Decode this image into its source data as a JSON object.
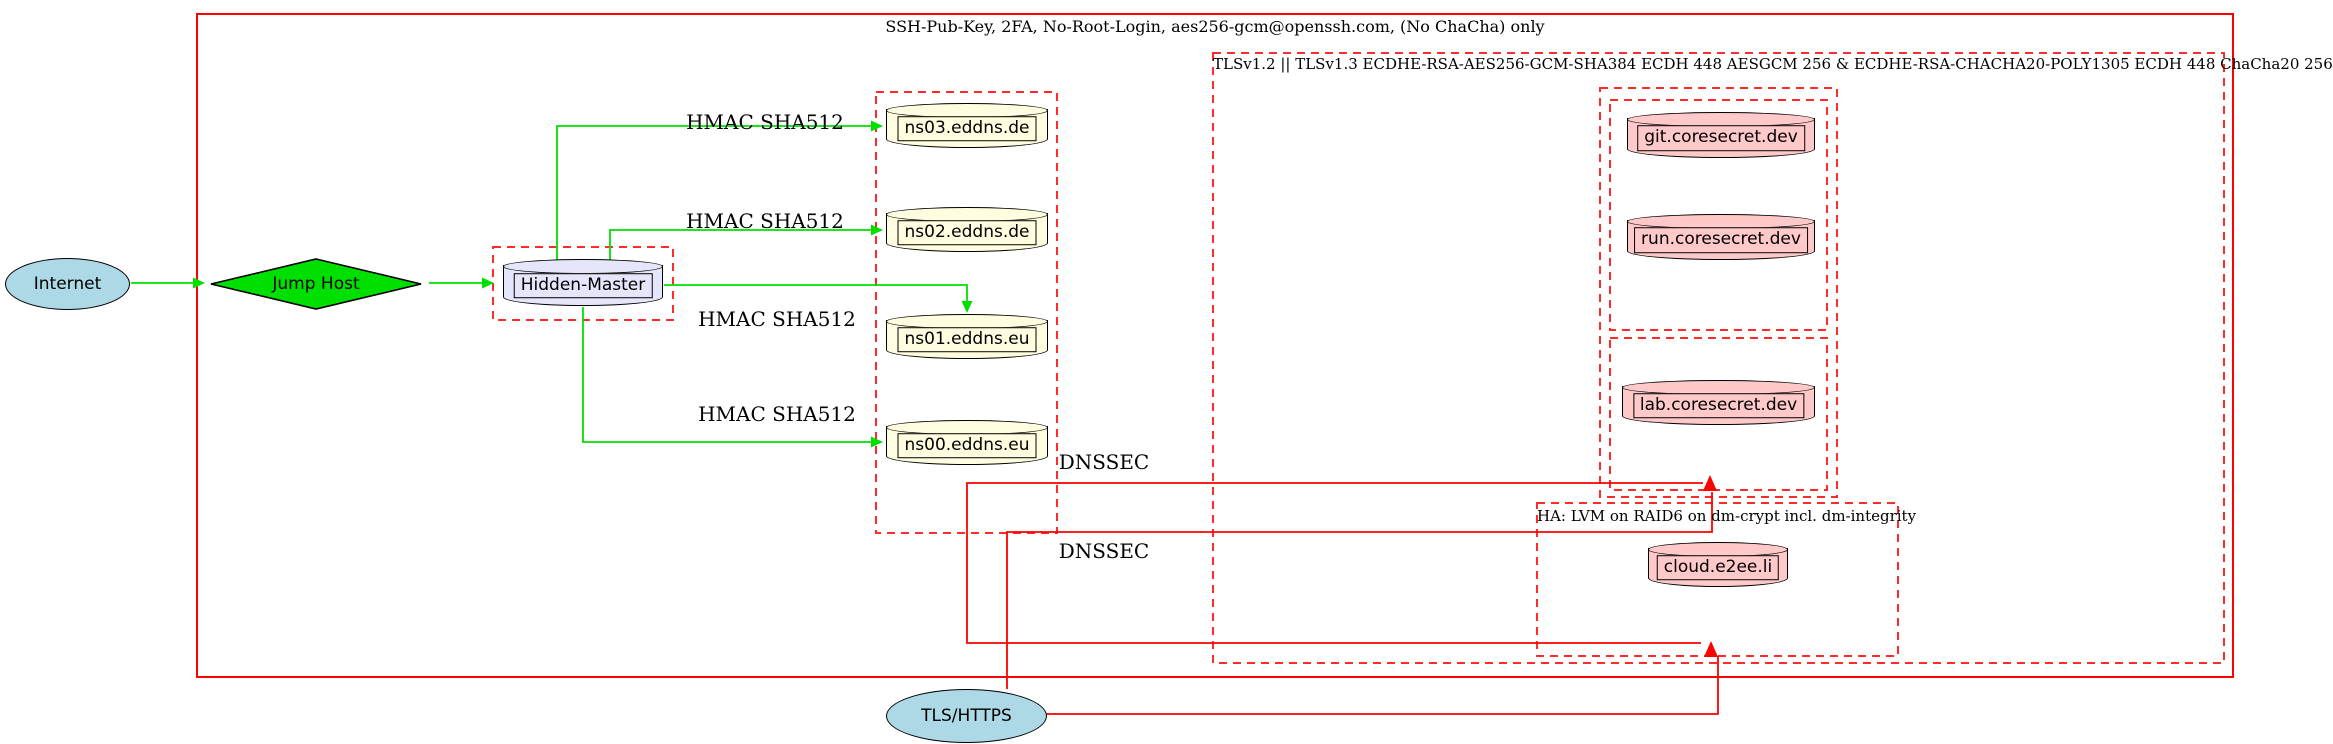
{
  "clusters": {
    "ssh": {
      "label": "SSH-Pub-Key, 2FA, No-Root-Login, aes256-gcm@openssh.com, (No ChaCha) only"
    },
    "tls": {
      "label": "TLSv1.2 || TLSv1.3 ECDHE-RSA-AES256-GCM-SHA384 ECDH 448 AESGCM 256 & ECDHE-RSA-CHACHA20-POLY1305 ECDH 448 ChaCha20 256"
    },
    "ha": {
      "label": "HA: LVM on RAID6 on dm-crypt incl. dm-integrity"
    }
  },
  "nodes": {
    "internet": {
      "label": "Internet",
      "shape": "ellipse",
      "fill": "#add8e6"
    },
    "jump_host": {
      "label": "Jump Host",
      "shape": "diamond",
      "fill": "#00e000"
    },
    "hidden_master": {
      "label": "Hidden-Master",
      "shape": "cylinder",
      "fill": "#e6e6fa"
    },
    "ns03": {
      "label": "ns03.eddns.de",
      "shape": "cylinder",
      "fill": "#fffde0"
    },
    "ns02": {
      "label": "ns02.eddns.de",
      "shape": "cylinder",
      "fill": "#fffde0"
    },
    "ns01": {
      "label": "ns01.eddns.eu",
      "shape": "cylinder",
      "fill": "#fffde0"
    },
    "ns00": {
      "label": "ns00.eddns.eu",
      "shape": "cylinder",
      "fill": "#fffde0"
    },
    "git": {
      "label": "git.coresecret.dev",
      "shape": "cylinder",
      "fill": "#ffc9c9"
    },
    "run": {
      "label": "run.coresecret.dev",
      "shape": "cylinder",
      "fill": "#ffc9c9"
    },
    "lab": {
      "label": "lab.coresecret.dev",
      "shape": "cylinder",
      "fill": "#ffc9c9"
    },
    "cloud": {
      "label": "cloud.e2ee.li",
      "shape": "cylinder",
      "fill": "#ffc9c9"
    },
    "tls_https": {
      "label": "TLS/HTTPS",
      "shape": "ellipse",
      "fill": "#add8e6"
    }
  },
  "edge_labels": {
    "hmac_ns03": "HMAC SHA512",
    "hmac_ns02": "HMAC SHA512",
    "hmac_ns01": "HMAC SHA512",
    "hmac_ns00": "HMAC SHA512",
    "dnssec_a": "DNSSEC",
    "dnssec_b": "DNSSEC"
  },
  "colors": {
    "edge_green": "#00e000",
    "edge_red": "#ff0000",
    "cluster_border_red": "#ff2a2a",
    "node_blue": "#add8e6",
    "node_lavender": "#e6e6fa",
    "node_lightyellow": "#fffde0",
    "node_pink": "#ffc9c9"
  }
}
